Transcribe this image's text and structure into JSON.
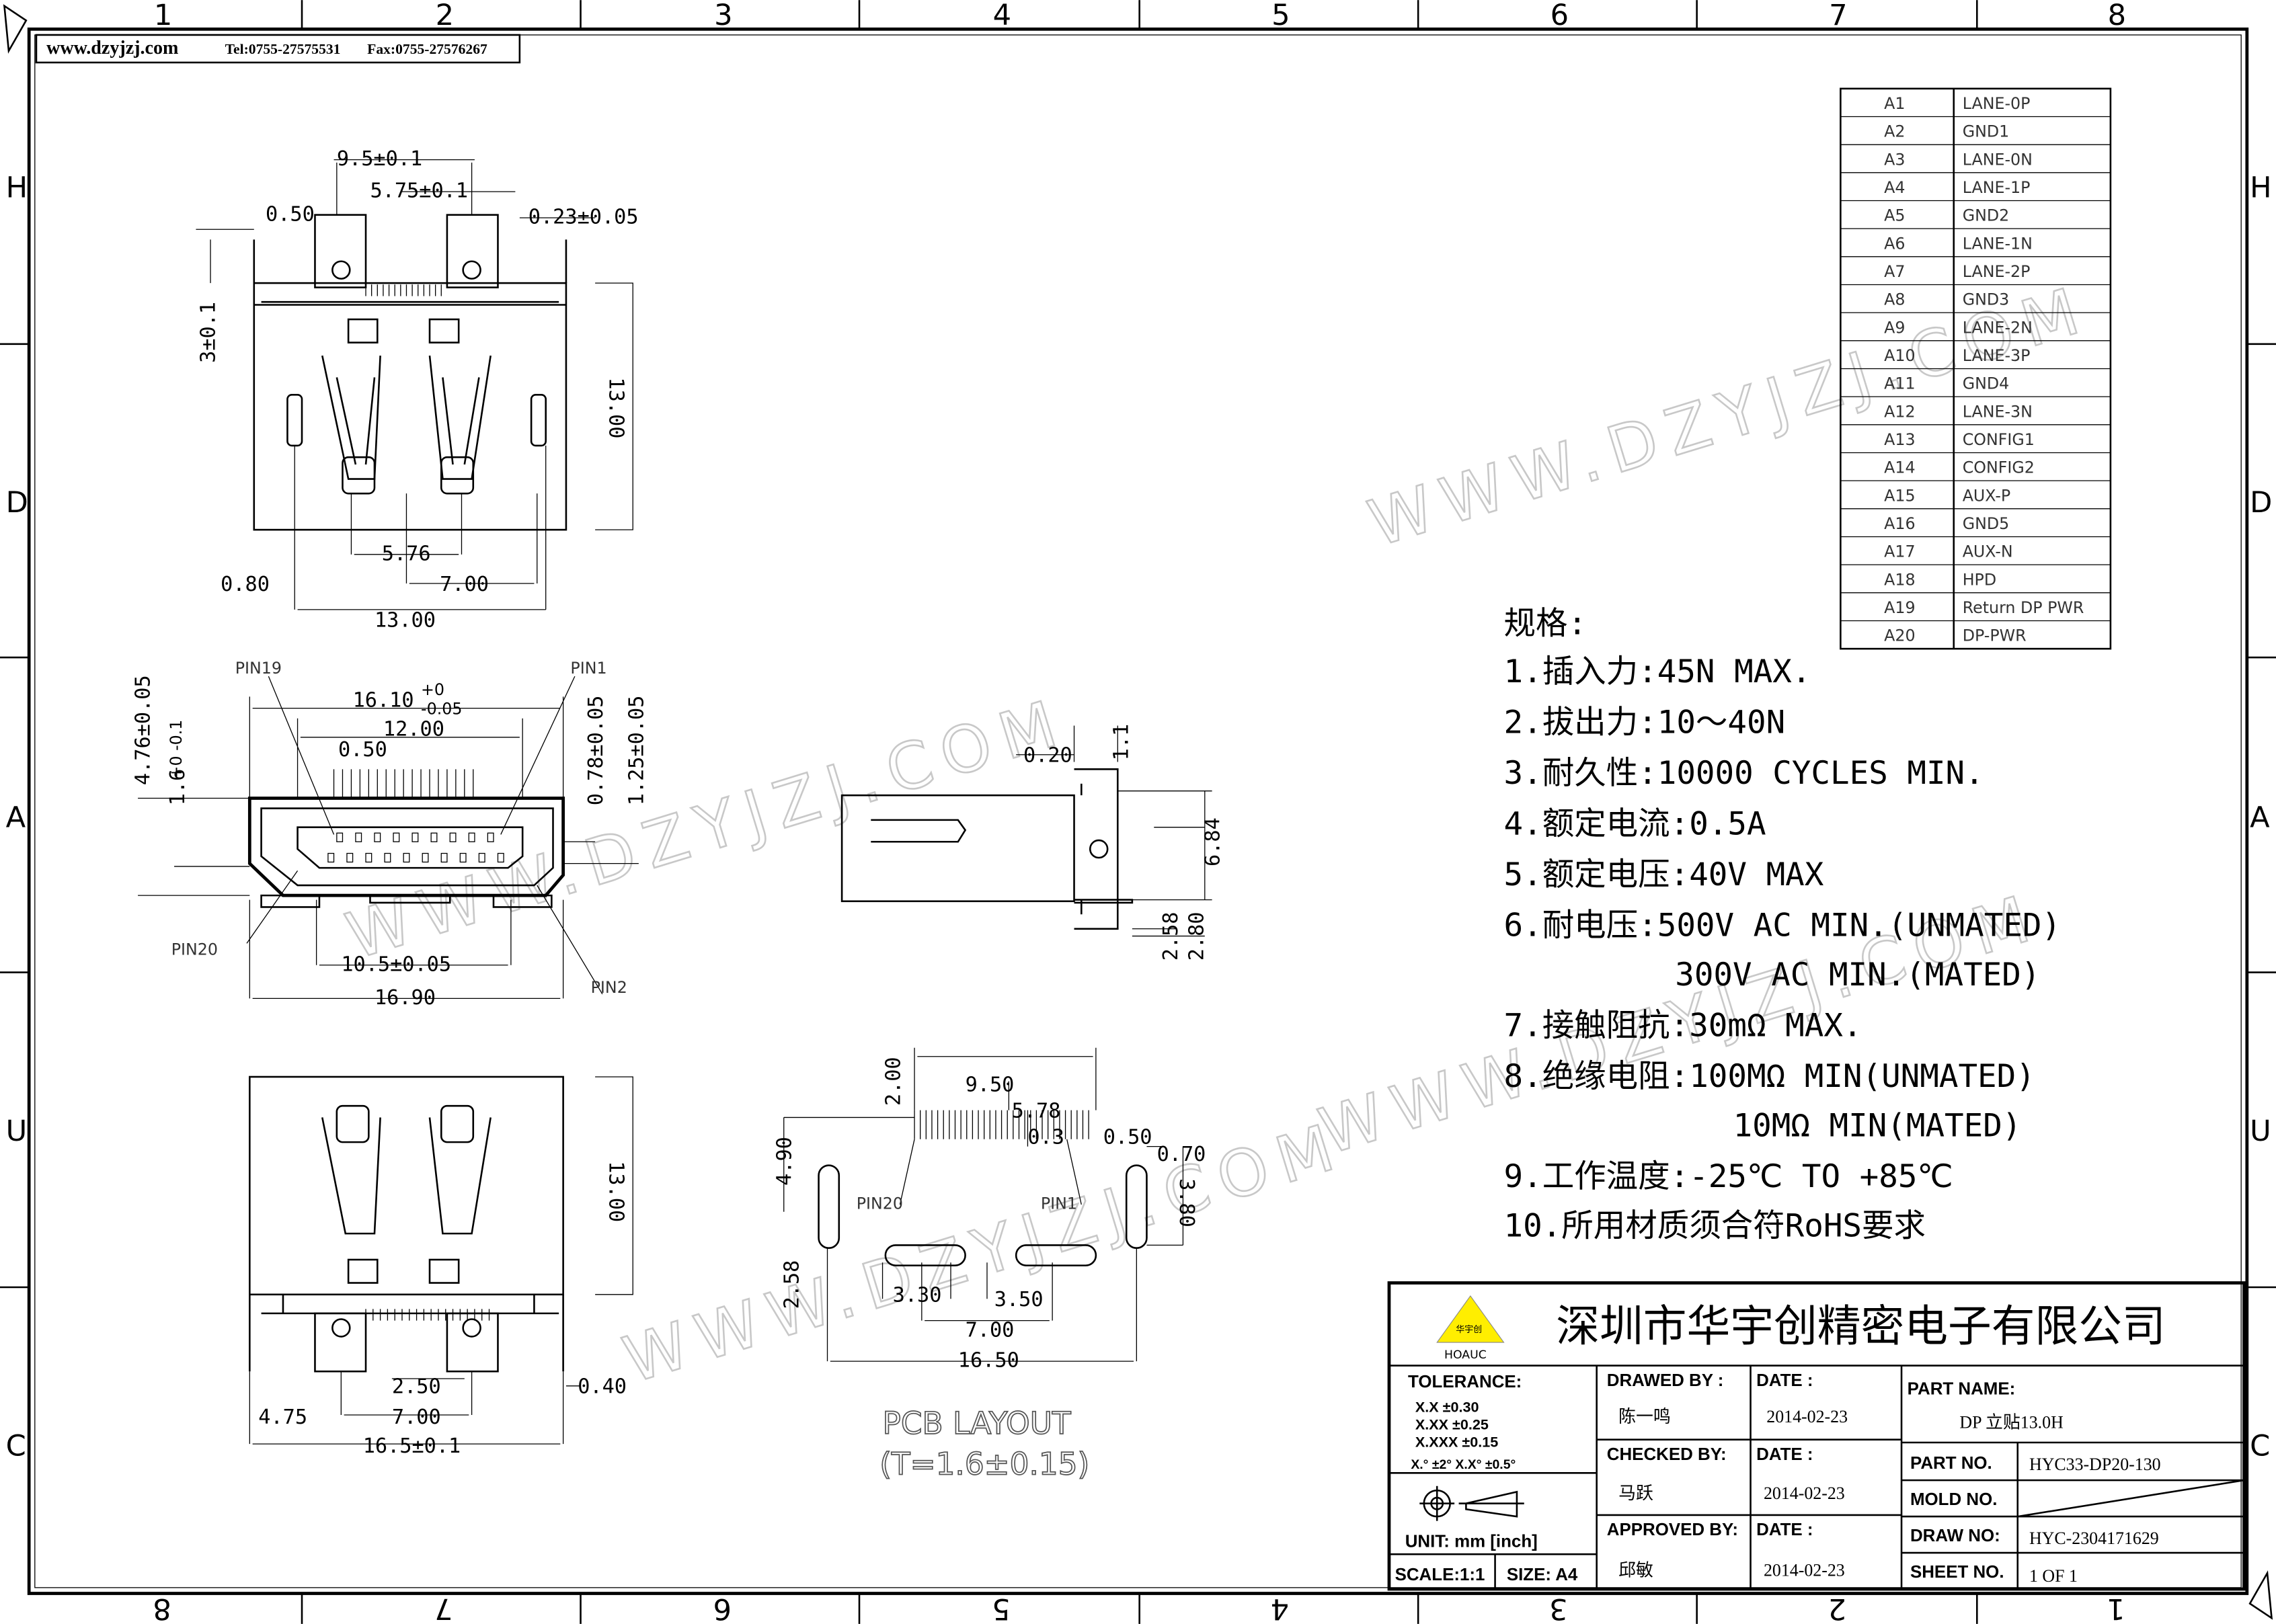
{
  "header": {
    "website": "www.dzyjzj.com",
    "tel": "Tel:0755-27575531",
    "fax": "Fax:0755-27576267"
  },
  "grid": {
    "cols": [
      "1",
      "2",
      "3",
      "4",
      "5",
      "6",
      "7",
      "8"
    ],
    "rows": [
      "H",
      "D",
      "A",
      "U",
      "C"
    ],
    "bottom": [
      "8",
      "7",
      "6",
      "5",
      "4",
      "3",
      "2",
      "1"
    ]
  },
  "watermark": "WWW.DZYJZJ.COM",
  "view_top": {
    "w": "9.5±0.1",
    "pitch_w": "5.75±0.1",
    "tab": "0.50",
    "pin": "0.23±0.05",
    "h3": "3±0.1",
    "h13": "13.00",
    "d576": "5.76",
    "d080": "0.80",
    "d700": "7.00",
    "d1300": "13.00"
  },
  "view_front": {
    "pin19": "PIN19",
    "pin1": "PIN1",
    "w1610": "16.10",
    "tol_up": "+0",
    "tol_dn": "-0.05",
    "w1200": "12.00",
    "p050": "0.50",
    "h476": "4.76±0.05",
    "h16": "1.6",
    "h16_tol": "+0 -0.1",
    "h078": "0.78±0.05",
    "h125": "1.25±0.05",
    "pin20": "PIN20",
    "w105": "10.5±0.05",
    "w1690": "16.90",
    "pin2": "PIN2"
  },
  "view_side": {
    "d020": "0.20",
    "d11": "1.1",
    "d684": "6.84",
    "d258": "2.58",
    "d280": "2.80"
  },
  "view_bottom": {
    "h1300": "13.00",
    "d250": "2.50",
    "d040": "0.40",
    "d475": "4.75",
    "d700": "7.00",
    "d165": "16.5±0.1"
  },
  "pcb": {
    "d950": "9.50",
    "d578": "5.78",
    "d03": "0.3",
    "d050": "0.50",
    "d200": "2.00",
    "d490": "4.90",
    "d070": "0.70",
    "d380": "3.80",
    "pin20": "PIN20",
    "pin1": "PIN1",
    "d258": "2.58",
    "d330": "3.30",
    "d350": "3.50",
    "d700": "7.00",
    "d1650": "16.50",
    "title": "PCB LAYOUT",
    "thickness": "(T=1.6±0.15)"
  },
  "pins": [
    [
      "A1",
      "LANE-0P"
    ],
    [
      "A2",
      "GND1"
    ],
    [
      "A3",
      "LANE-0N"
    ],
    [
      "A4",
      "LANE-1P"
    ],
    [
      "A5",
      "GND2"
    ],
    [
      "A6",
      "LANE-1N"
    ],
    [
      "A7",
      "LANE-2P"
    ],
    [
      "A8",
      "GND3"
    ],
    [
      "A9",
      "LANE-2N"
    ],
    [
      "A10",
      "LANE-3P"
    ],
    [
      "A11",
      "GND4"
    ],
    [
      "A12",
      "LANE-3N"
    ],
    [
      "A13",
      "CONFIG1"
    ],
    [
      "A14",
      "CONFIG2"
    ],
    [
      "A15",
      "AUX-P"
    ],
    [
      "A16",
      "GND5"
    ],
    [
      "A17",
      "AUX-N"
    ],
    [
      "A18",
      "HPD"
    ],
    [
      "A19",
      "Return DP PWR"
    ],
    [
      "A20",
      "DP-PWR"
    ]
  ],
  "specs": {
    "title": "规格:",
    "lines": [
      "1.插入力:45N MAX.",
      "2.拔出力:10～40N",
      "3.耐久性:10000 CYCLES MIN.",
      "4.额定电流:0.5A",
      "5.额定电压:40V MAX",
      "6.耐电压:500V AC MIN.(UNMATED)",
      "300V AC MIN.(MATED)",
      "7.接触阻抗:30mΩ MAX.",
      "8.绝缘电阻:100MΩ MIN(UNMATED)",
      "10MΩ MIN(MATED)",
      "9.工作温度:-25℃ TO +85℃",
      "10.所用材质须合符RoHS要求"
    ]
  },
  "title_block": {
    "company": "深圳市华宇创精密电子有限公司",
    "logo_text": "HOAUC",
    "logo_cn": "华宇创",
    "tolerance_label": "TOLERANCE:",
    "tolerances": [
      "X.X    ±0.30",
      "X.XX   ±0.25",
      "X.XXX ±0.15"
    ],
    "angle_tol": "X.° ±2°     X.X° ±0.5°",
    "unit": "UNIT:  mm  [inch]",
    "scale": "SCALE:1:1",
    "size": "SIZE:  A4",
    "drawed_by_label": "DRAWED BY :",
    "drawed_by": "陈一鸣",
    "checked_by_label": "CHECKED BY:",
    "checked_by": "马跃",
    "approved_by_label": "APPROVED BY:",
    "approved_by": "邱敏",
    "date_label": "DATE :",
    "dates": [
      "2014-02-23",
      "2014-02-23",
      "2014-02-23"
    ],
    "part_name_label": "PART NAME:",
    "part_name": "DP 立贴13.0H",
    "part_no_label": "PART NO.",
    "part_no": "HYC33-DP20-130",
    "mold_no_label": "MOLD NO.",
    "draw_no_label": "DRAW NO:",
    "draw_no": "HYC-2304171629",
    "sheet_no_label": "SHEET NO.",
    "sheet_no": "1 OF 1"
  },
  "colors": {
    "logo": "#ffee00",
    "line": "#000000",
    "watermark": "#c8c8c8"
  }
}
